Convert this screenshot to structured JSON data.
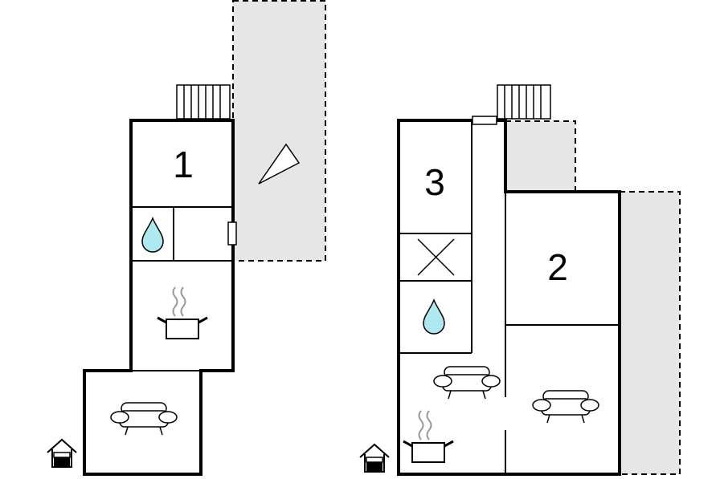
{
  "colors": {
    "wall": "#000000",
    "terrace_fill": "#e6e6e6",
    "water_drop": "#aee8f0",
    "steam": "#999999",
    "background": "#ffffff"
  },
  "left_unit": {
    "rooms": [
      {
        "number": "1",
        "icon": "bed-number"
      },
      {
        "icon": "water-drop-icon"
      },
      {
        "icon": "cooking-pot-icon"
      },
      {
        "icon": "sofa-icon"
      }
    ],
    "entrance_icon": "house-entrance-icon",
    "stairs_icon": "stairs-icon",
    "terrace_icon": "triangle-icon"
  },
  "right_unit": {
    "rooms": [
      {
        "number": "3"
      },
      {
        "number": "2"
      },
      {
        "icon": "x-mark-icon"
      },
      {
        "icon": "water-drop-icon"
      },
      {
        "icon": "sofa-icon"
      },
      {
        "icon": "cooking-pot-icon"
      }
    ],
    "entrance_icon": "house-entrance-icon",
    "stairs_icon": "stairs-icon"
  }
}
